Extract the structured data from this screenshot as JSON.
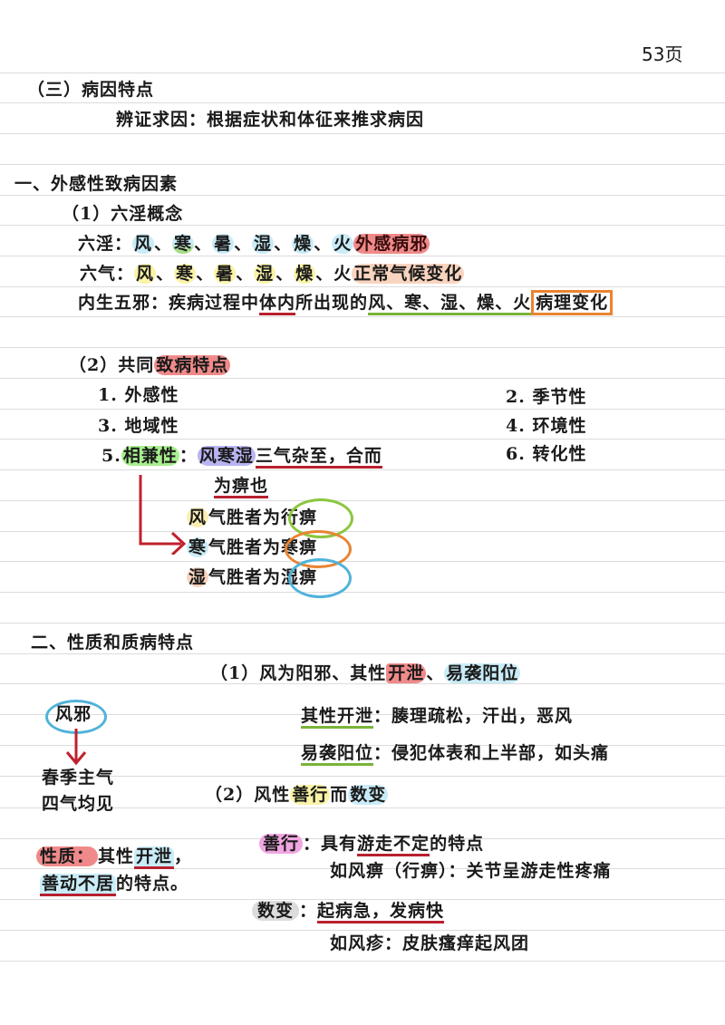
{
  "page_number": "53页",
  "section3": {
    "title": "（三）病因特点",
    "subtitle": "辨证求因：根据症状和体征来推求病因"
  },
  "part1": {
    "title": "一、外感性致病因素",
    "sub1": {
      "title": "（1）六淫概念",
      "liuyin_label": "六淫：",
      "liuyin_items": [
        "风",
        "寒",
        "暑",
        "湿",
        "燥",
        "火"
      ],
      "liuyin_note": "外感病邪",
      "liuqi_label": "六气：",
      "liuqi_items": [
        "风",
        "寒",
        "暑",
        "湿",
        "燥",
        "火"
      ],
      "liuqi_note": "正常气候变化",
      "neisheng_label": "内生五邪：",
      "neisheng_pre": "疾病过程中",
      "neisheng_underlined": "体内",
      "neisheng_mid": "所出现的",
      "neisheng_items": "风、寒、湿、燥、火",
      "neisheng_note": "病理变化"
    },
    "sub2": {
      "prefix": "（2）共同",
      "title_highlight": "致病特点",
      "items": [
        "1. 外感性",
        "2. 季节性",
        "3. 地域性",
        "4. 环境性",
        "5.",
        "6. 转化性"
      ],
      "item5_label": "相兼性",
      "item5_colon": "：",
      "item5_highlight": "风寒湿",
      "item5_text": "三气杂至，合而",
      "item5_text2": "为痹也",
      "bi_rows": [
        {
          "lead": "风",
          "mid": "气胜者为",
          "result": "行痹"
        },
        {
          "lead": "寒",
          "mid": "气胜者为",
          "result": "寒痹"
        },
        {
          "lead": "湿",
          "mid": "气胜者为",
          "result": "湿痹"
        }
      ]
    }
  },
  "part2": {
    "title": "二、性质和质病特点",
    "sub1": {
      "prefix": "（1）风为阳邪、其性",
      "hl1": "开泄",
      "sep": "、",
      "hl2": "易袭阳位",
      "row1_label": "其性开泄",
      "row1_text": "：腠理疏松，汗出，恶风",
      "row2_label": "易袭阳位",
      "row2_text": "：侵犯体表和上半部，如头痛"
    },
    "left_note": {
      "circle": "风邪",
      "line1": "春季主气",
      "line2": "四气均见"
    },
    "sub2": {
      "prefix": "（2）风性",
      "hl1": "善行",
      "mid": "而",
      "hl2": "数变"
    },
    "nature": {
      "label": "性质：",
      "text1": "其性",
      "hl1": "开泄",
      "comma": "，",
      "hl2": "善动不居",
      "text2": "的特点。"
    },
    "shanxing": {
      "label": "善行",
      "colon": "：",
      "pre": "具有",
      "underlined": "游走不定",
      "post": "的特点",
      "example": "如风痹（行痹）：关节呈游走性疼痛"
    },
    "shubian": {
      "label": "数变",
      "colon": "：",
      "underlined": "起病急，发病快",
      "example": "如风疹：皮肤瘙痒起风团"
    }
  },
  "colors": {
    "highlight_blue": "#c9ecf7",
    "highlight_yellow": "#fbf3a6",
    "highlight_red": "#f08a8a",
    "highlight_peach": "#f9d4bf",
    "highlight_green": "#a8ef8e",
    "highlight_violet": "#b9b5f3",
    "highlight_pink": "#f1a6e2",
    "underline_red": "#b8202e",
    "underline_green": "#7ab33a",
    "circle_green": "#8cc63f",
    "circle_orange": "#e88432",
    "circle_blue": "#4fb3d9",
    "arrow_red": "#c0202e"
  }
}
